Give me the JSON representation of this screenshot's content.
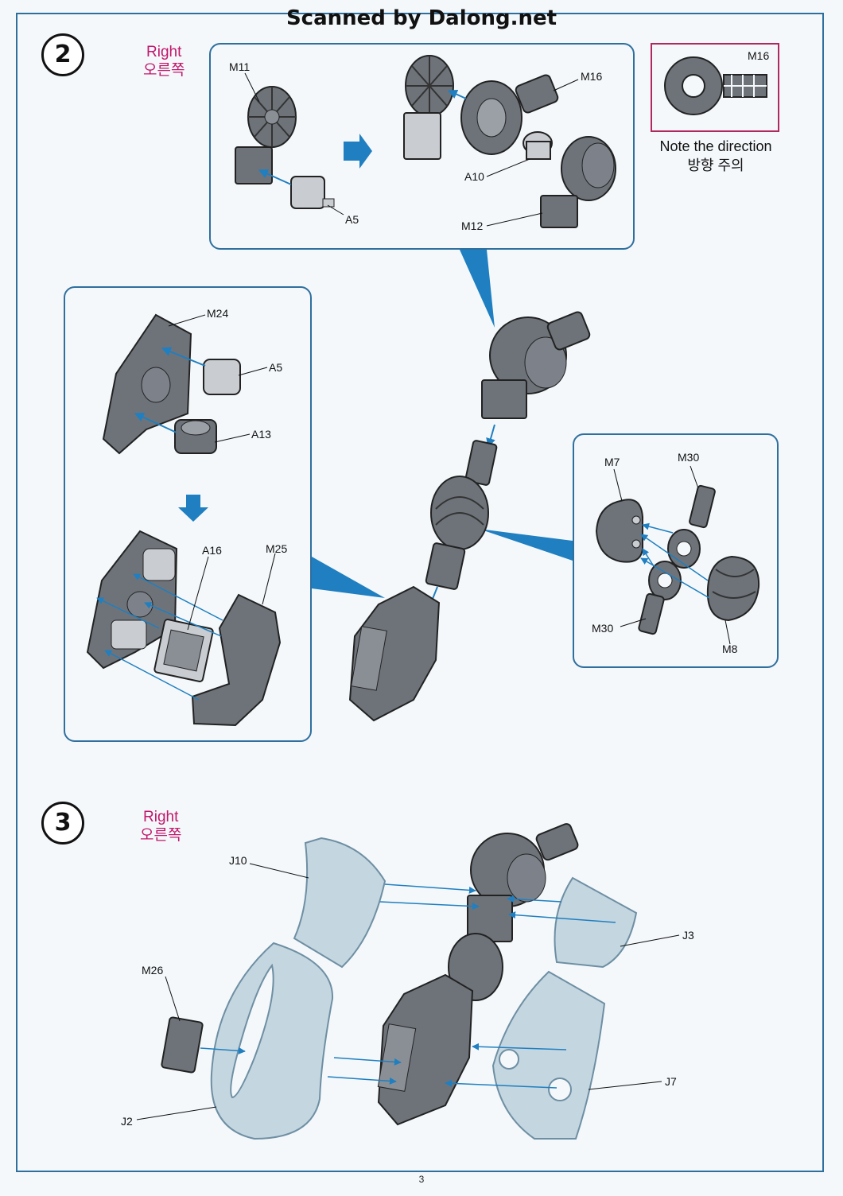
{
  "header": {
    "scan_credit": "Scanned by Dalong.net"
  },
  "page_number": "3",
  "steps": [
    {
      "number": "2",
      "side_en": "Right",
      "side_ko": "오른쪽",
      "top_box_labels": {
        "m11": "M11",
        "m16": "M16",
        "a10": "A10",
        "a5": "A5",
        "m12": "M12"
      },
      "direction_note": {
        "part": "M16",
        "en": "Note the direction",
        "ko": "방향 주의"
      },
      "left_box_labels": {
        "m24": "M24",
        "a5": "A5",
        "a13": "A13",
        "a16": "A16",
        "m25": "M25"
      },
      "right_box_labels": {
        "m7": "M7",
        "m30_top": "M30",
        "m30_bottom": "M30",
        "m8": "M8"
      }
    },
    {
      "number": "3",
      "side_en": "Right",
      "side_ko": "오른쪽",
      "labels": {
        "j10": "J10",
        "m26": "M26",
        "j2": "J2",
        "j3": "J3",
        "j7": "J7"
      }
    }
  ],
  "colors": {
    "frame": "#2f6f9e",
    "accent_pink": "#c2186b",
    "part_gray": "#6e737a",
    "part_light": "#c9ccd0",
    "clear_blue": "#c4d6e0",
    "arrow_blue": "#1f7fc0"
  }
}
